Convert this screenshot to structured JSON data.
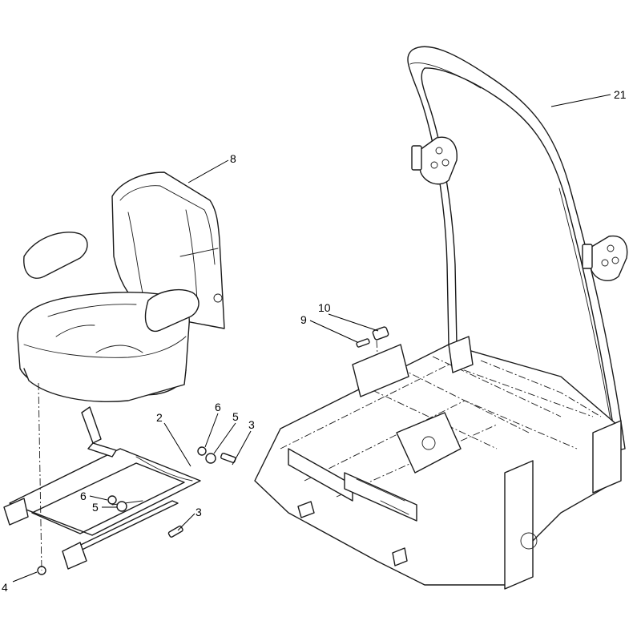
{
  "callouts": [
    {
      "id": "c21",
      "label": "21"
    },
    {
      "id": "c8",
      "label": "8"
    },
    {
      "id": "c10",
      "label": "10"
    },
    {
      "id": "c9",
      "label": "9"
    },
    {
      "id": "c2",
      "label": "2"
    },
    {
      "id": "c6a",
      "label": "6"
    },
    {
      "id": "c5a",
      "label": "5"
    },
    {
      "id": "c3a",
      "label": "3"
    },
    {
      "id": "c6b",
      "label": "6"
    },
    {
      "id": "c5b",
      "label": "5"
    },
    {
      "id": "c3b",
      "label": "3"
    },
    {
      "id": "c4",
      "label": "4"
    }
  ]
}
